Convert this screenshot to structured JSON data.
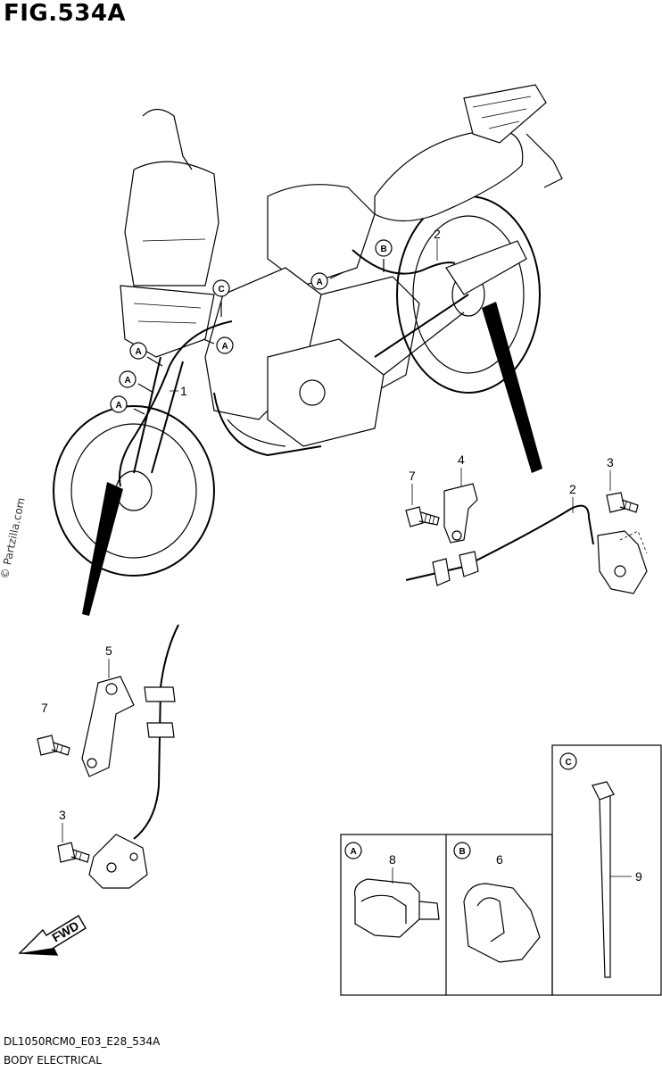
{
  "figure": {
    "title": "FIG.534A",
    "model_code": "DL1050RCM0_E03_E28_534A",
    "section": "BODY ELECTRICAL",
    "watermark": "© Partzilla.com"
  },
  "callouts": {
    "A": "A",
    "B": "B",
    "C": "C"
  },
  "parts": {
    "p1": "1",
    "p2": "2",
    "p3": "3",
    "p4": "4",
    "p5": "5",
    "p6": "6",
    "p7": "7",
    "p8": "8",
    "p9": "9"
  },
  "fwd_label": "FWD"
}
